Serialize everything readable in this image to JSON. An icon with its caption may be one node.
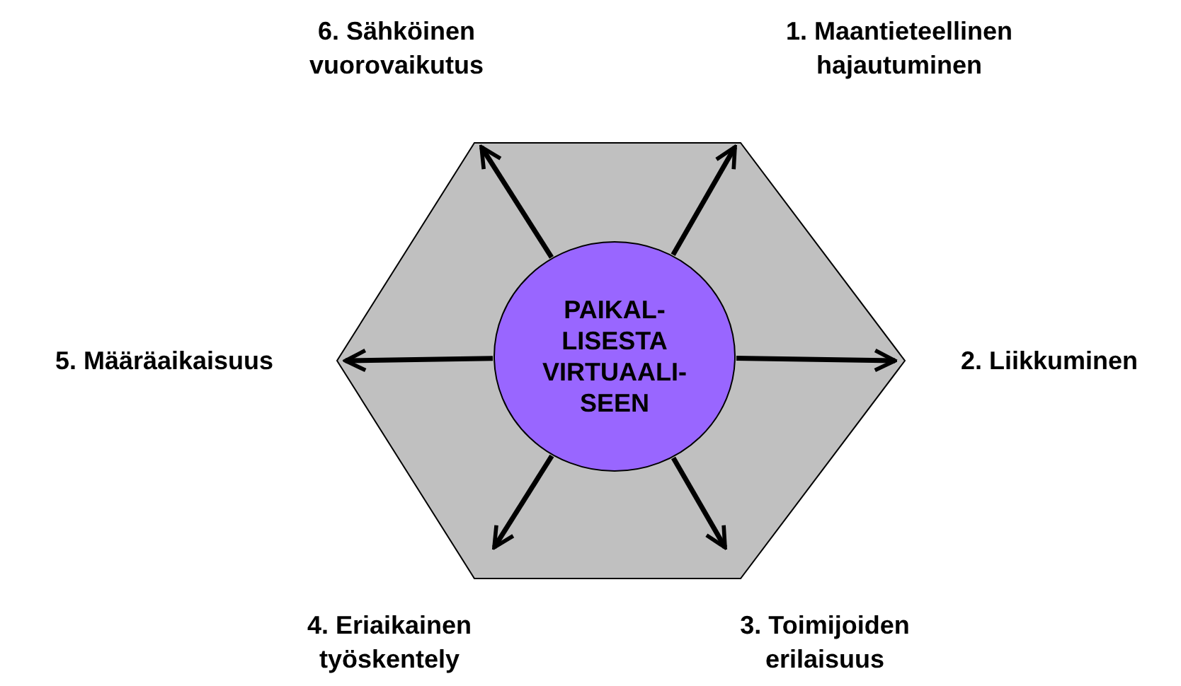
{
  "diagram": {
    "nodes": [
      {
        "text": [],
        "shape": "hexagon"
      },
      {
        "text": [
          "PAIKAL- LISESTA VIRTUAALI- SEEN"
        ],
        "in": 0
      }
    ],
    "edges": [
      {
        "from": 1,
        "to": null,
        "arrow": "to"
      },
      {
        "from": 1,
        "to": null,
        "arrow": "to"
      },
      {
        "from": 1,
        "to": null,
        "arrow": "to"
      },
      {
        "from": 1,
        "to": null,
        "arrow": "to"
      },
      {
        "from": 1,
        "to": null,
        "arrow": "to"
      },
      {
        "from": 1,
        "to": null,
        "arrow": "to"
      }
    ],
    "labels": [
      "6. Sähköinen vuorovaikutus",
      "1. Maantieteellinen hajautuminen",
      "5. Määräaikaisuus",
      "2. Liikkuminen",
      "4. Eriaikainen työskentely",
      "3. Toimijoiden erilaisuus"
    ]
  }
}
